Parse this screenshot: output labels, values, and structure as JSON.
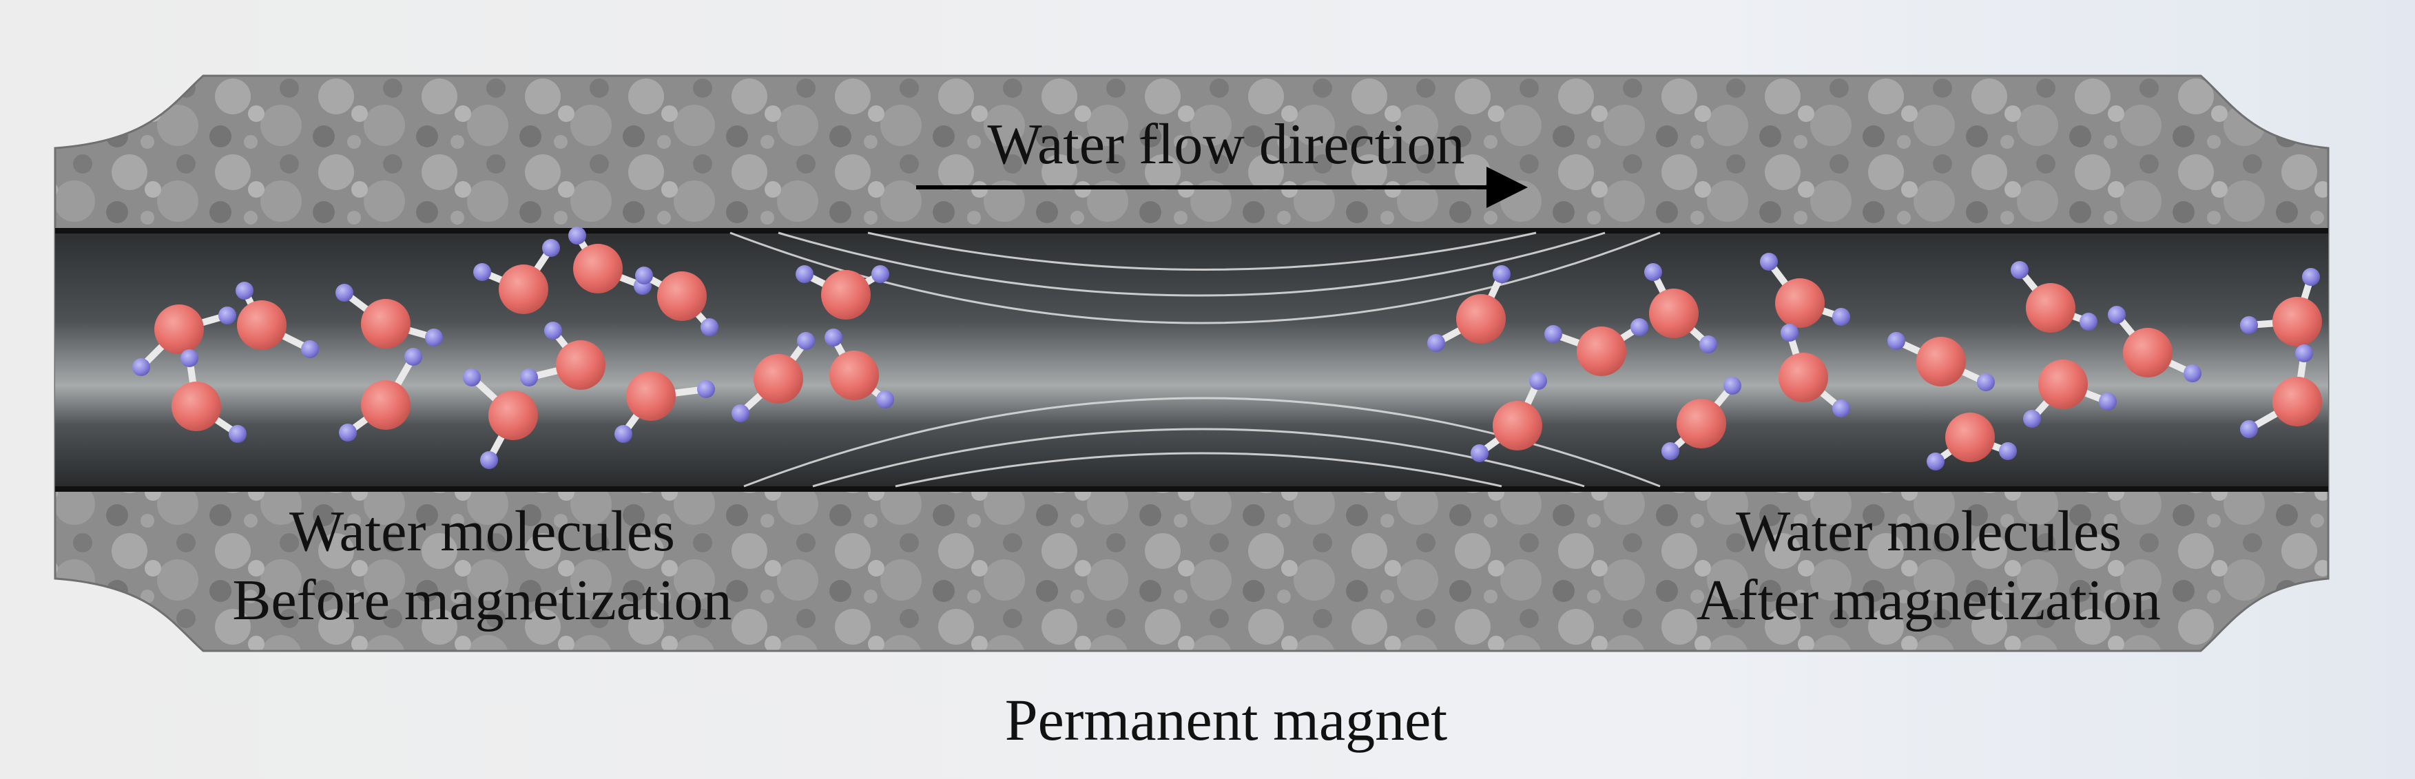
{
  "diagram": {
    "flow_direction_label": "Water flow direction",
    "before": {
      "line1": "Water molecules",
      "line2": "Before magnetization"
    },
    "after": {
      "line1": "Water molecules",
      "line2": "After magnetization"
    },
    "magnet_label": "Permanent magnet",
    "colors": {
      "oxygen": "#e86f6a",
      "hydrogen": "#8a86e0",
      "magnet_body": "#8d8d8d",
      "pipe_interior": "#3f4244",
      "bond": "#e9e9e9",
      "field_lines": "#d9d9d9"
    }
  }
}
